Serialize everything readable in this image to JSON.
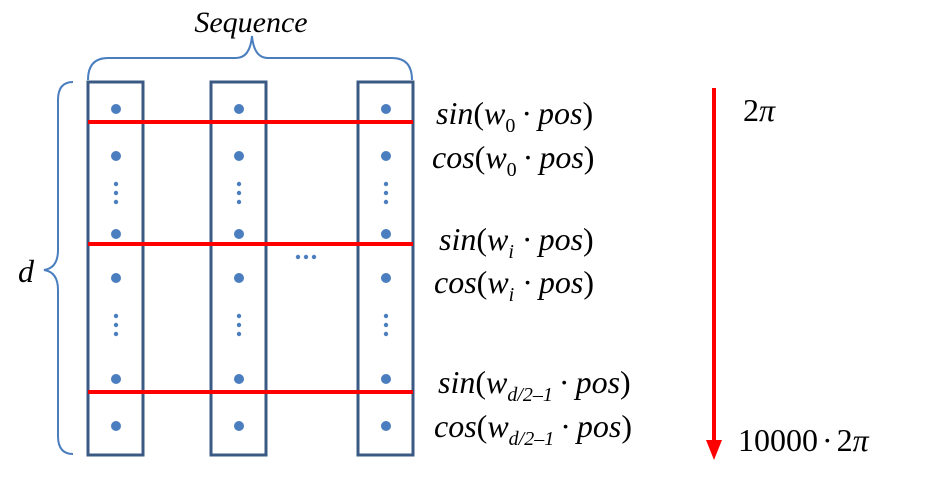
{
  "labels": {
    "sequence": "Sequence",
    "dimension": "d",
    "ellipsis_horizontal": "···",
    "ellipsis_vertical": "⋮"
  },
  "formulas": {
    "sin_0": {
      "fn": "sin",
      "w": "w",
      "sub": "0",
      "dot": "·",
      "pos": "pos"
    },
    "cos_0": {
      "fn": "cos",
      "w": "w",
      "sub": "0",
      "dot": "·",
      "pos": "pos"
    },
    "sin_i": {
      "fn": "sin",
      "w": "w",
      "sub": "i",
      "dot": "·",
      "pos": "pos"
    },
    "cos_i": {
      "fn": "cos",
      "w": "w",
      "sub": "i",
      "dot": "·",
      "pos": "pos"
    },
    "sin_last": {
      "fn": "sin",
      "w": "w",
      "sub": "d/2–1",
      "dot": "·",
      "pos": "pos"
    },
    "cos_last": {
      "fn": "cos",
      "w": "w",
      "sub": "d/2–1",
      "dot": "·",
      "pos": "pos"
    }
  },
  "wavelength": {
    "top": {
      "num": "2",
      "pi": "π"
    },
    "bottom": {
      "num": "10000",
      "dot": "·",
      "two": "2",
      "pi": "π"
    }
  },
  "colors": {
    "column_border": "#3a5a84",
    "dot": "#4a7ebf",
    "row_line": "#ff0000",
    "brace": "#4a7ebf",
    "arrow": "#ff0000",
    "text": "#000000"
  }
}
